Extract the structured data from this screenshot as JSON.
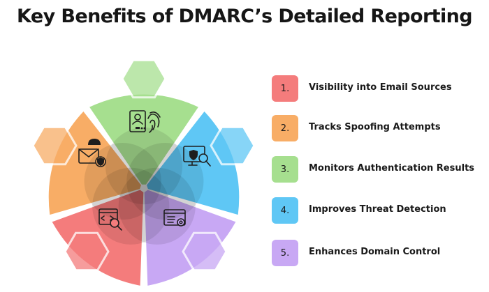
{
  "title": "Key Benefits of DMARC’s Detailed Reporting",
  "benefits": [
    {
      "number": "1.",
      "label": "Visibility into Email Sources",
      "color": "#f47c7c",
      "icon": "id-card-fingerprint-icon"
    },
    {
      "number": "2.",
      "label": "Tracks Spoofing Attempts",
      "color": "#f8ad66",
      "icon": "email-hacker-shield-icon"
    },
    {
      "number": "3.",
      "label": "Monitors Authentication Results",
      "color": "#a6df8f",
      "icon": "browser-code-magnifier-icon"
    },
    {
      "number": "4.",
      "label": "Improves Threat Detection",
      "color": "#5fc7f5",
      "icon": "monitor-shield-search-icon"
    },
    {
      "number": "5.",
      "label": "Enhances Domain Control",
      "color": "#c8a8f4",
      "icon": "browser-settings-gear-icon"
    }
  ],
  "wheel_colors": {
    "top": "#a6df8f",
    "top_right": "#5fc7f5",
    "bottom_right": "#c8a8f4",
    "bottom_left": "#f47c7c",
    "top_left": "#f8ad66",
    "stroke": "#ffffff"
  }
}
